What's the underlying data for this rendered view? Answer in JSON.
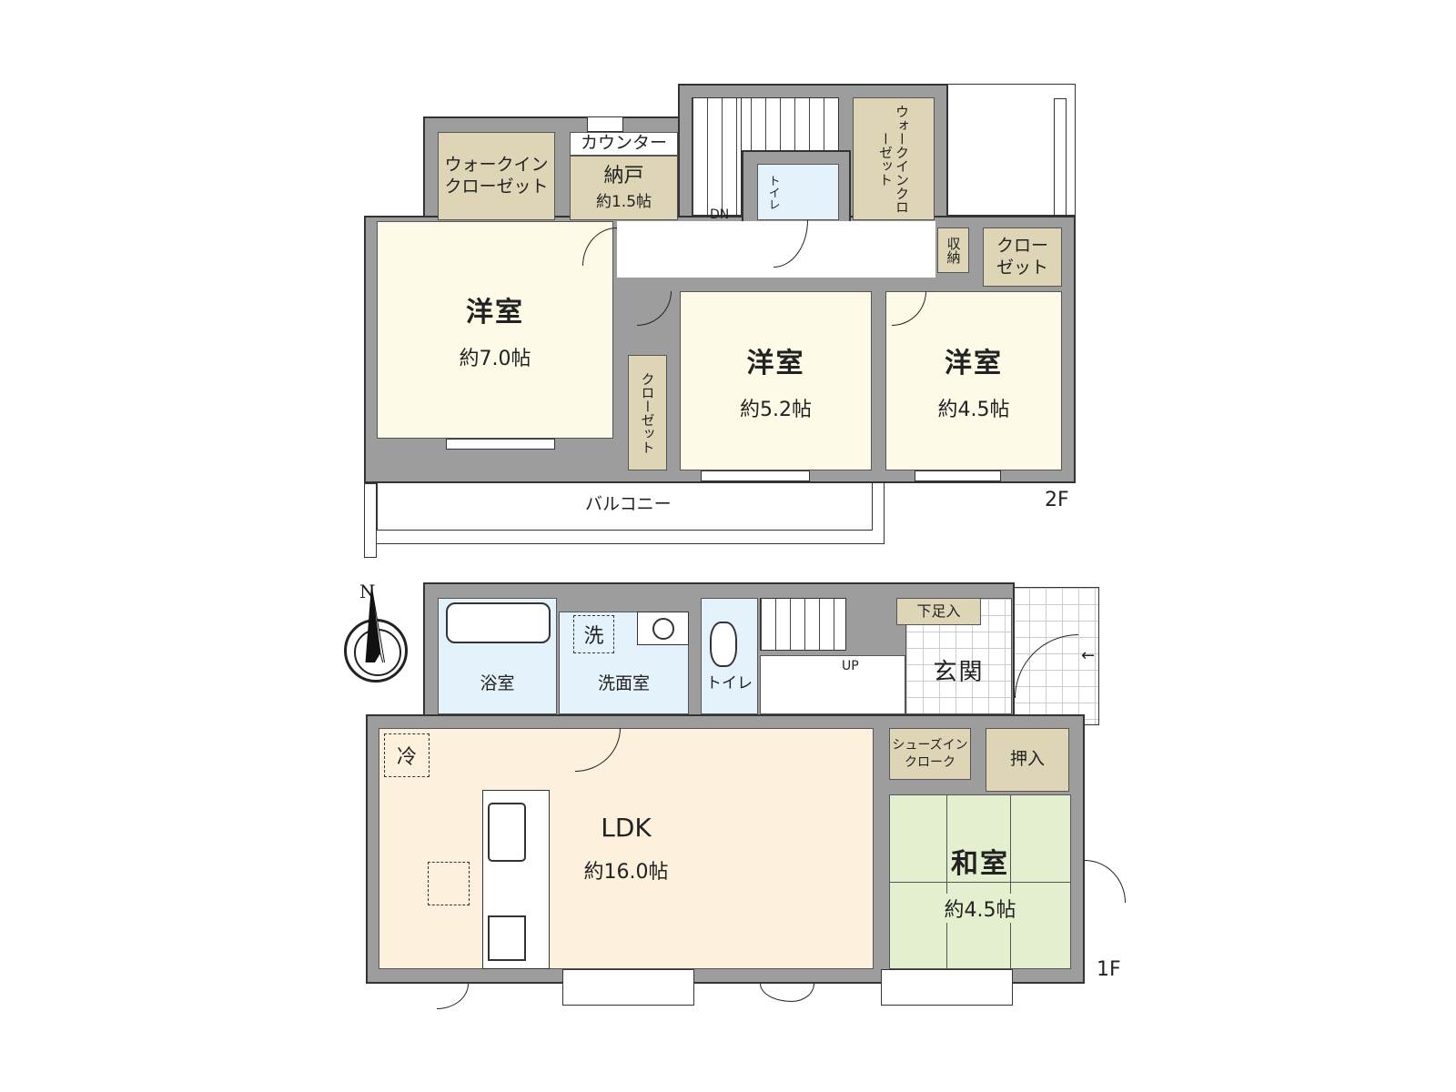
{
  "floor2": {
    "label": "2F",
    "rooms": {
      "wic_left": "ウォークイン\nクローゼット",
      "counter": "カウンター",
      "storage": {
        "name": "納戸",
        "area": "約1.5帖"
      },
      "stairs_dn": "DN",
      "toilet": "トイレ",
      "wic_right": "ウォークインクローゼット",
      "western_7": {
        "name": "洋室",
        "area": "約7.0帖"
      },
      "closet_vertical": "クローゼット",
      "western_52": {
        "name": "洋室",
        "area": "約5.2帖"
      },
      "western_45": {
        "name": "洋室",
        "area": "約4.5帖"
      },
      "shuno": "収納",
      "closet": "クロー\nゼット",
      "balcony": "バルコニー"
    }
  },
  "floor1": {
    "label": "1F",
    "compass": "N",
    "rooms": {
      "bath": "浴室",
      "washroom": "洗面室",
      "washer": "洗",
      "toilet": "トイレ",
      "stairs_up": "UP",
      "entrance": "玄関",
      "shoe_box": "下足入",
      "shoe_in_cloak": "シューズイン\nクローク",
      "oshiire": "押入",
      "fridge": "冷",
      "ldk": {
        "name": "LDK",
        "area": "約16.0帖"
      },
      "washitsu": {
        "name": "和室",
        "area": "約4.5帖"
      }
    }
  },
  "colors": {
    "wall": "#9d9d9d",
    "western": "#fdfbe8",
    "closet": "#ddd5b6",
    "wet": "#e4f2fb",
    "ldk": "#fdf0dc",
    "washitsu": "#e3efcf"
  }
}
